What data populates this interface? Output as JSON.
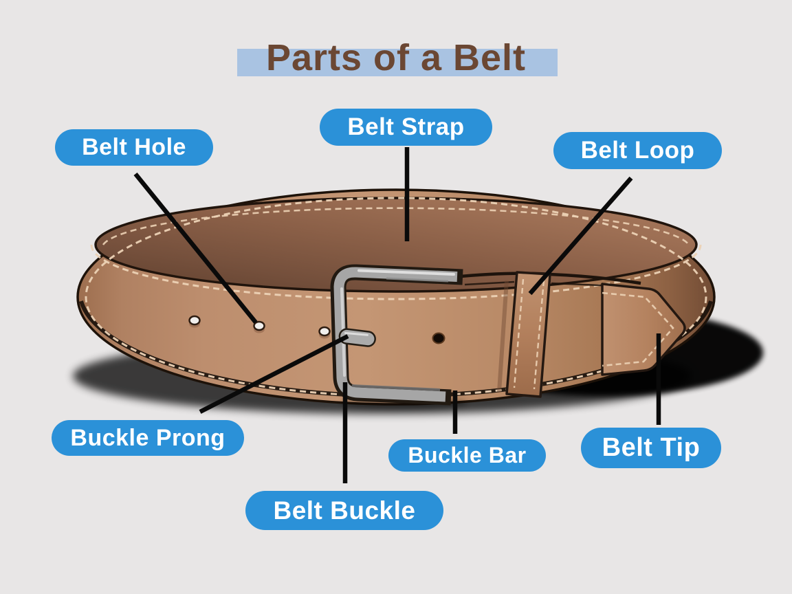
{
  "title": "Parts of a Belt",
  "labels": {
    "belt_hole": "Belt Hole",
    "belt_strap": "Belt Strap",
    "belt_loop": "Belt Loop",
    "buckle_prong": "Buckle Prong",
    "buckle_bar": "Buckle Bar",
    "belt_buckle": "Belt Buckle",
    "belt_tip": "Belt Tip"
  },
  "theme": {
    "background": "#e8e6e6",
    "label_pill_color": "#2b91d8",
    "label_text_color": "#ffffff",
    "title_text_color": "#6b4733",
    "title_highlight_color": "#a9c3e2",
    "leader_line_color": "#0a0a0a",
    "belt_leather_color": "#bd8e6e",
    "belt_interior_color": "#8a5f46",
    "belt_outline_color": "#1d1209",
    "belt_stitch_color": "#ecd2b5",
    "buckle_metal_color": "#a6a6a6"
  }
}
